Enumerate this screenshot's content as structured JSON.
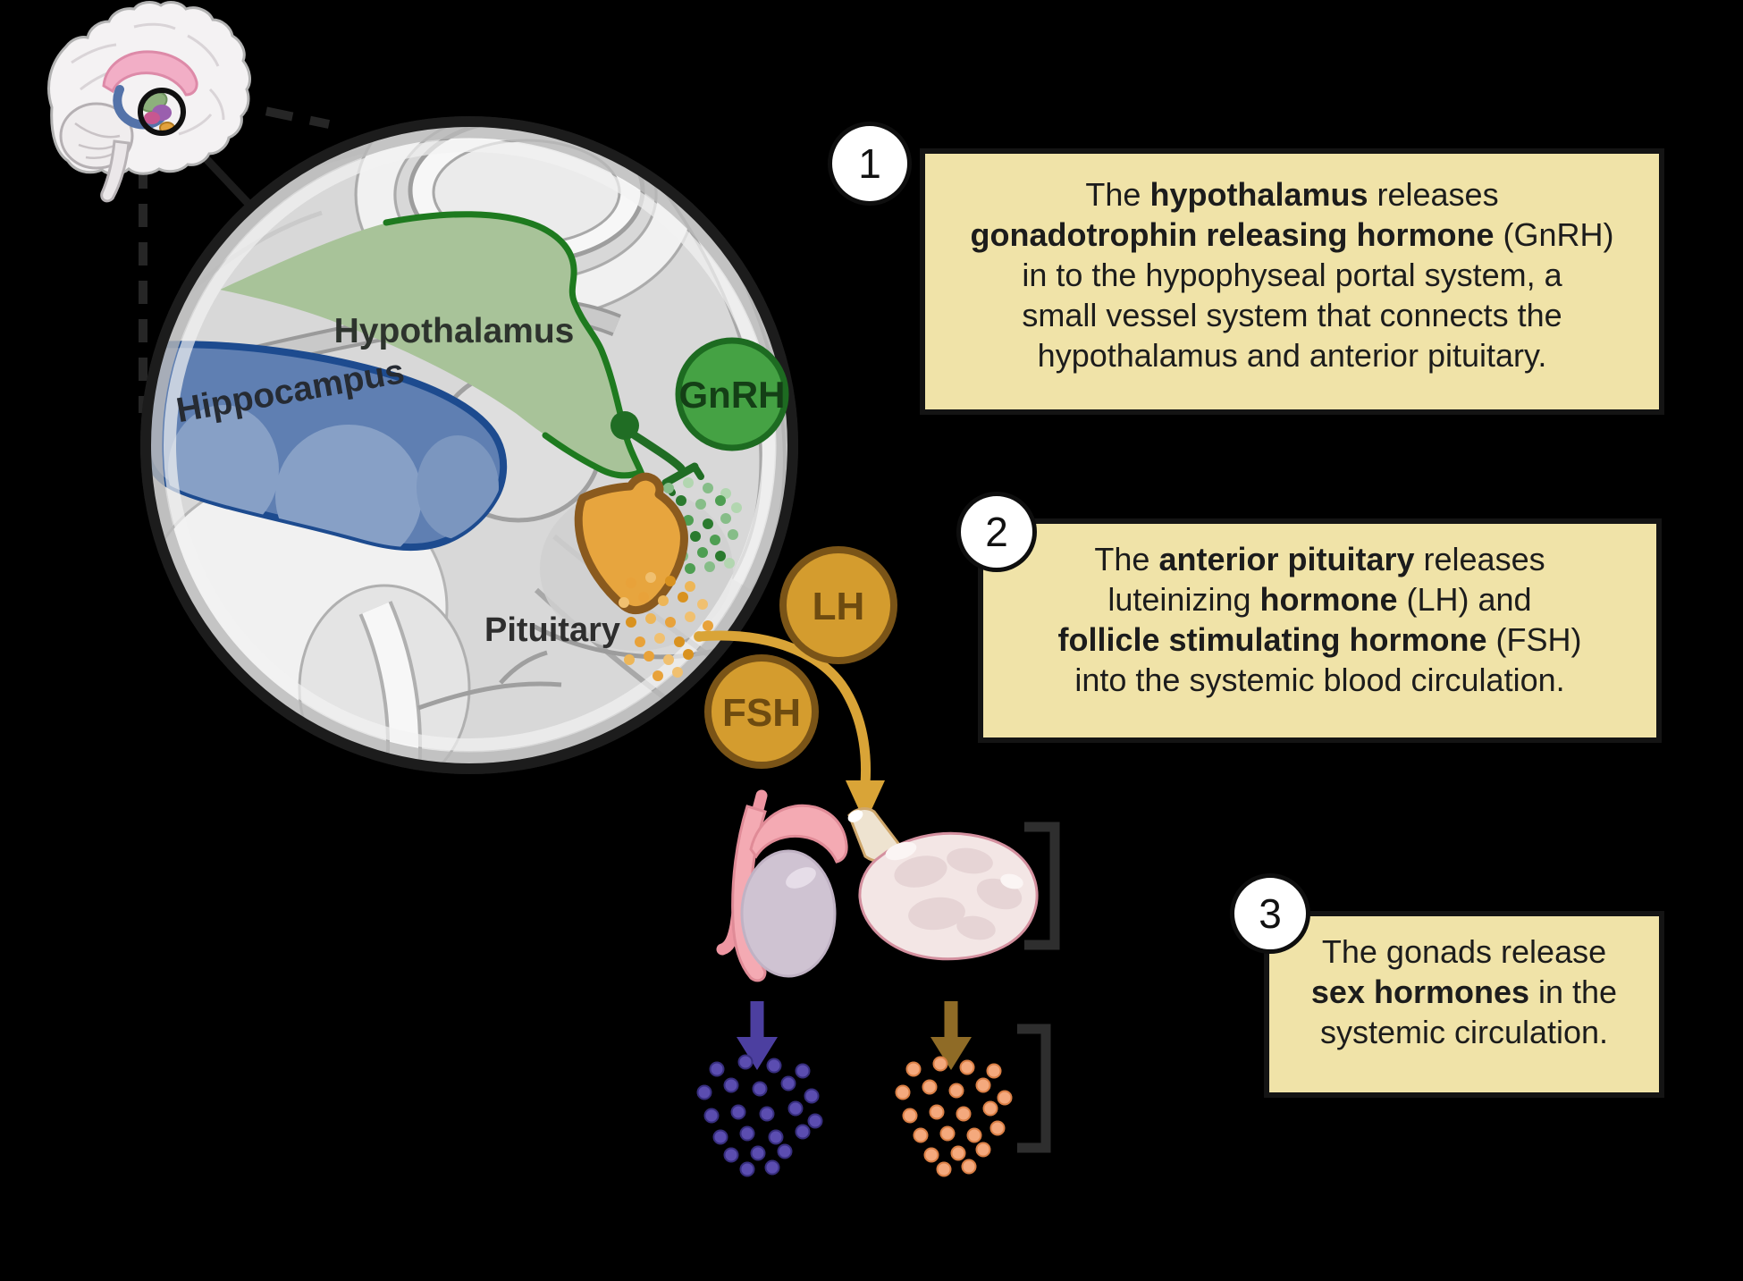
{
  "colors": {
    "background": "#000000",
    "callout_bg": "#f0e3a8",
    "callout_text": "#1c1c1c",
    "hypothalamus_green": "#a8c399",
    "hypothalamus_outline": "#1e7a1f",
    "hippocampus_blue": "#5f7fb2",
    "hippocampus_outline": "#1d4b8f",
    "pituitary_orange": "#e7a53e",
    "pituitary_outline": "#8a5a1e",
    "gnrh_badge_green": "#45a244",
    "hormone_badge_gold": "#d49c2e",
    "testis_hormone_purple": "#4c3fa0",
    "ovary_hormone_brown": "#8f6b26"
  },
  "brain_map": {
    "labels": {
      "hypothalamus": "Hypothalamus",
      "hippocampus": "Hippocampus",
      "pituitary": "Pituitary"
    },
    "badges": {
      "gnrh": "GnRH",
      "lh": "LH",
      "fsh": "FSH"
    }
  },
  "steps": [
    {
      "number": "1",
      "lines": [
        [
          [
            "The ",
            0
          ],
          [
            "hypothalamus",
            1
          ],
          [
            " releases",
            0
          ]
        ],
        [
          [
            "gonadotrophin releasing hormone",
            1
          ],
          [
            " (GnRH)",
            0
          ]
        ],
        [
          [
            "in to the hypophyseal portal system, a",
            0
          ]
        ],
        [
          [
            "small vessel system that connects the",
            0
          ]
        ],
        [
          [
            "hypothalamus and anterior pituitary.",
            0
          ]
        ]
      ]
    },
    {
      "number": "2",
      "lines": [
        [
          [
            "The ",
            0
          ],
          [
            "anterior pituitary",
            1
          ],
          [
            " releases",
            0
          ]
        ],
        [
          [
            "luteinizing ",
            0
          ],
          [
            "hormone",
            1
          ],
          [
            " (LH) and",
            0
          ]
        ],
        [
          [
            "follicle stimulating hormone",
            1
          ],
          [
            " (FSH)",
            0
          ]
        ],
        [
          [
            "into the systemic blood circulation.",
            0
          ]
        ]
      ]
    },
    {
      "number": "3",
      "lines": [
        [
          [
            "The gonads release",
            0
          ]
        ],
        [
          [
            "sex hormones",
            1
          ],
          [
            " in the",
            0
          ]
        ],
        [
          [
            "systemic circulation.",
            0
          ]
        ]
      ]
    }
  ]
}
